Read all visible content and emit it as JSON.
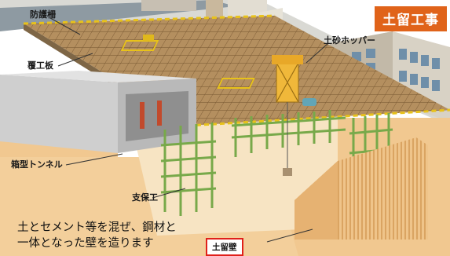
{
  "title": "土留工事",
  "labels": {
    "guard_fence": "防護柵",
    "deck_plate": "覆工板",
    "soil_hopper": "土砂ホッパー",
    "box_tunnel": "箱型トンネル",
    "support_work": "支保工",
    "retaining_wall": "土留壁"
  },
  "caption": {
    "line1": "土とセメント等を混ぜ、鋼材と",
    "line2": "一体となった壁を造ります"
  },
  "colors": {
    "title_badge": "#e0631a",
    "highlight_border": "#e0201a",
    "soil": "#f1c890",
    "steel": "#7fae52",
    "concrete": "#d4d4d4",
    "deck": "#b08a5a"
  }
}
